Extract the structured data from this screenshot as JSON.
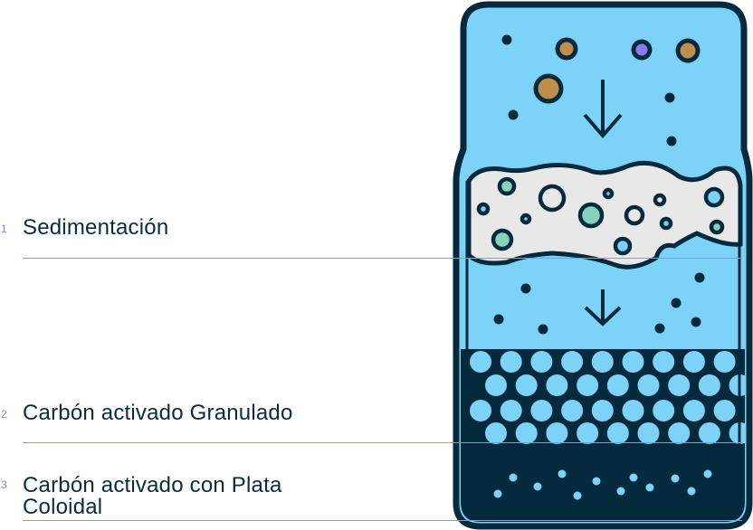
{
  "steps": [
    {
      "number": "1",
      "label": "Sedimentación"
    },
    {
      "number": "2",
      "label": "Carbón activado Granulado"
    },
    {
      "number": "3",
      "label": "Carbón activado con Plata Coloidal"
    }
  ],
  "colors": {
    "water": "#7dd3f7",
    "outline": "#052a3d",
    "foam": "#e8e8e8",
    "sediment_brown": "#bf8e4c",
    "sediment_purple": "#8a7cf0",
    "foam_green": "#85d3b8",
    "divider": "#9b8fe0",
    "number": "#8c7fe6",
    "text": "#0b2b40"
  },
  "icons": [
    "filter-bottle-illustration",
    "arrow-down-icon"
  ]
}
